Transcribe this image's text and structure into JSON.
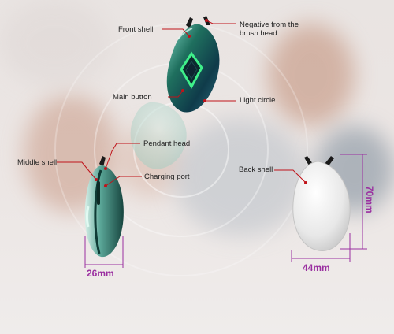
{
  "labels": {
    "front_shell": "Front shell",
    "negative": "Negative from the\nbrush head",
    "main_button": "Main button",
    "light_circle": "Light circle",
    "pendant_head": "Pendant head",
    "middle_shell": "Middle shell",
    "charging_port": "Charging port",
    "back_shell": "Back shell"
  },
  "dimensions": {
    "width_front": "26mm",
    "width_back": "44mm",
    "height_back": "70mm"
  },
  "colors": {
    "leader_line": "#c0131a",
    "dimension": "#9a2fa0",
    "device_green": "#1f6f5e",
    "device_silver": "#e6e6e6"
  }
}
